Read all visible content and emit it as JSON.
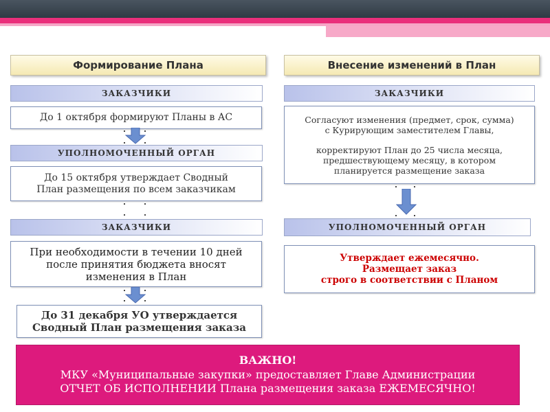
{
  "left": {
    "header": "Формирование Плана",
    "band1": "ЗАКАЗЧИКИ",
    "box1": "До 1 октября формируют Планы в АС",
    "band2": "УПОЛНОМОЧЕННЫЙ ОРГАН",
    "box2": [
      "До 15 октября утверждает  Сводный",
      "План размещения по всем заказчикам"
    ],
    "band3": "ЗАКАЗЧИКИ",
    "box3": [
      "При необходимости в течении 10 дней",
      "после принятия бюджета вносят",
      "изменения в План"
    ],
    "box4": [
      "До 31 декабря УО утверждается",
      "Сводный План размещения  заказа"
    ]
  },
  "right": {
    "header": "Внесение изменений в  План",
    "band1": "ЗАКАЗЧИКИ",
    "box1": [
      "Согласуют изменения (предмет, срок, сумма)",
      "с Курирующим заместителем Главы,",
      "",
      "корректируют План до 25 числа месяца,",
      "предшествующему месяцу, в котором",
      "планируется размещение заказа"
    ],
    "band2": "УПОЛНОМОЧЕННЫЙ ОРГАН",
    "box2": [
      "Утверждает ежемесячно.",
      "Размещает заказ",
      "строго в соответствии с Планом"
    ]
  },
  "important": {
    "title": "ВАЖНО!",
    "line1": "МКУ «Муниципальные закупки» предоставляет Главе Администрации",
    "line2": "ОТЧЕТ ОБ ИСПОЛНЕНИИ   Плана размещения  заказа ЕЖЕМЕСЯЧНО!"
  },
  "colors": {
    "accent_pink": "#dd1a7d",
    "arrow_blue": "#6b8fd0",
    "highlight_red": "#cc0000"
  }
}
